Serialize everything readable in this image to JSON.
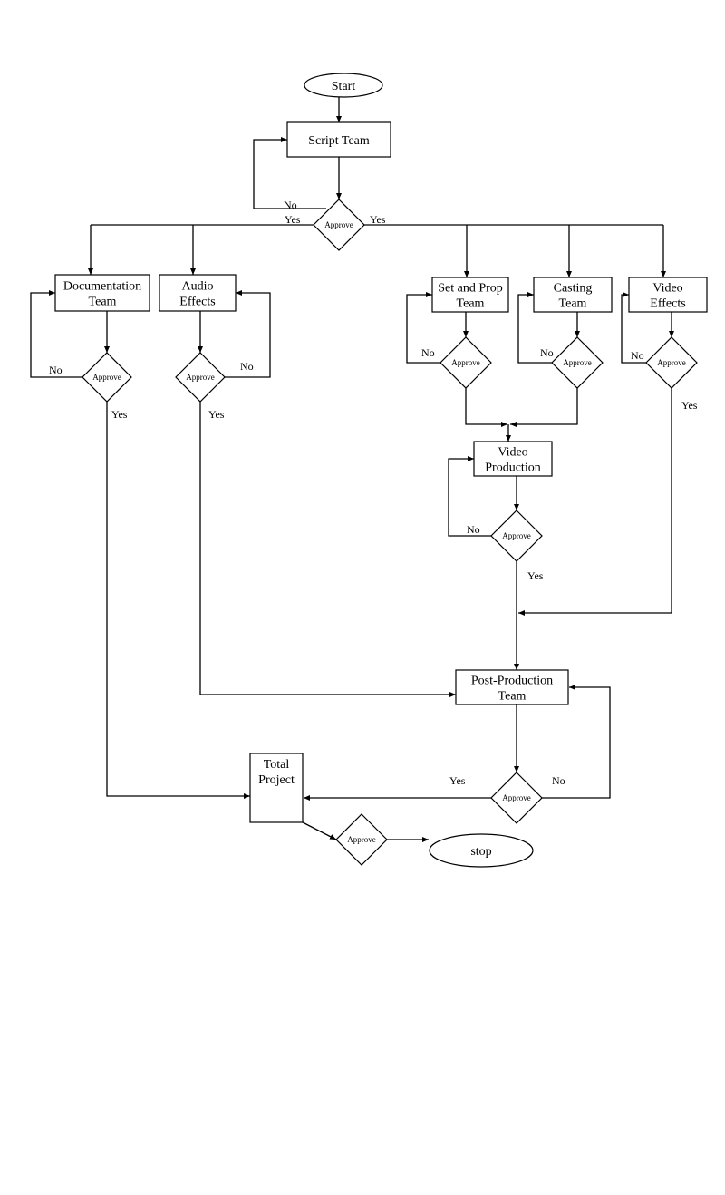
{
  "diagram": {
    "type": "flowchart",
    "colors": {
      "stroke": "#000000",
      "background": "#ffffff"
    },
    "nodes": {
      "start": {
        "shape": "ellipse",
        "lines": [
          "Start"
        ]
      },
      "script_team": {
        "shape": "rect",
        "lines": [
          "Script Team"
        ]
      },
      "approve_script": {
        "shape": "diamond",
        "lines": [
          "Approve"
        ]
      },
      "documentation_team": {
        "shape": "rect",
        "lines": [
          "Documentation",
          "Team"
        ]
      },
      "approve_documentation": {
        "shape": "diamond",
        "lines": [
          "Approve"
        ]
      },
      "audio_effects": {
        "shape": "rect",
        "lines": [
          "Audio",
          "Effects"
        ]
      },
      "approve_audio": {
        "shape": "diamond",
        "lines": [
          "Approve"
        ]
      },
      "set_prop_team": {
        "shape": "rect",
        "lines": [
          "Set and Prop",
          "Team"
        ]
      },
      "approve_set_prop": {
        "shape": "diamond",
        "lines": [
          "Approve"
        ]
      },
      "casting_team": {
        "shape": "rect",
        "lines": [
          "Casting",
          "Team"
        ]
      },
      "approve_casting": {
        "shape": "diamond",
        "lines": [
          "Approve"
        ]
      },
      "video_effects": {
        "shape": "rect",
        "lines": [
          "Video",
          "Effects"
        ]
      },
      "approve_video_effects": {
        "shape": "diamond",
        "lines": [
          "Approve"
        ]
      },
      "video_production": {
        "shape": "rect",
        "lines": [
          "Video",
          "Production"
        ]
      },
      "approve_video_production": {
        "shape": "diamond",
        "lines": [
          "Approve"
        ]
      },
      "post_production_team": {
        "shape": "rect",
        "lines": [
          "Post-Production",
          "Team"
        ]
      },
      "approve_post_production": {
        "shape": "diamond",
        "lines": [
          "Approve"
        ]
      },
      "total_project": {
        "shape": "rect",
        "lines": [
          "Total",
          "Project"
        ]
      },
      "approve_total": {
        "shape": "diamond",
        "lines": [
          "Approve"
        ]
      },
      "stop": {
        "shape": "ellipse",
        "lines": [
          "stop"
        ]
      }
    },
    "edges": [
      {
        "from": "start",
        "to": "script_team",
        "label": ""
      },
      {
        "from": "script_team",
        "to": "approve_script",
        "label": ""
      },
      {
        "from": "approve_script",
        "to": "script_team",
        "label": "No"
      },
      {
        "from": "approve_script",
        "to": "documentation_team",
        "label": "Yes"
      },
      {
        "from": "approve_script",
        "to": "audio_effects",
        "label": "Yes"
      },
      {
        "from": "approve_script",
        "to": "set_prop_team",
        "label": "Yes"
      },
      {
        "from": "approve_script",
        "to": "casting_team",
        "label": "Yes"
      },
      {
        "from": "approve_script",
        "to": "video_effects",
        "label": "Yes"
      },
      {
        "from": "documentation_team",
        "to": "approve_documentation",
        "label": ""
      },
      {
        "from": "approve_documentation",
        "to": "documentation_team",
        "label": "No"
      },
      {
        "from": "approve_documentation",
        "to": "total_project",
        "label": "Yes"
      },
      {
        "from": "audio_effects",
        "to": "approve_audio",
        "label": ""
      },
      {
        "from": "approve_audio",
        "to": "audio_effects",
        "label": "No"
      },
      {
        "from": "approve_audio",
        "to": "post_production_team",
        "label": "Yes"
      },
      {
        "from": "set_prop_team",
        "to": "approve_set_prop",
        "label": ""
      },
      {
        "from": "approve_set_prop",
        "to": "set_prop_team",
        "label": "No"
      },
      {
        "from": "approve_set_prop",
        "to": "video_production",
        "label": ""
      },
      {
        "from": "casting_team",
        "to": "approve_casting",
        "label": ""
      },
      {
        "from": "approve_casting",
        "to": "casting_team",
        "label": "No"
      },
      {
        "from": "approve_casting",
        "to": "video_production",
        "label": ""
      },
      {
        "from": "video_effects",
        "to": "approve_video_effects",
        "label": ""
      },
      {
        "from": "approve_video_effects",
        "to": "video_effects",
        "label": "No"
      },
      {
        "from": "approve_video_effects",
        "to": "post_production_team",
        "label": "Yes"
      },
      {
        "from": "video_production",
        "to": "approve_video_production",
        "label": ""
      },
      {
        "from": "approve_video_production",
        "to": "video_production",
        "label": "No"
      },
      {
        "from": "approve_video_production",
        "to": "post_production_team",
        "label": "Yes"
      },
      {
        "from": "post_production_team",
        "to": "approve_post_production",
        "label": ""
      },
      {
        "from": "approve_post_production",
        "to": "post_production_team",
        "label": "No"
      },
      {
        "from": "approve_post_production",
        "to": "total_project",
        "label": "Yes"
      },
      {
        "from": "total_project",
        "to": "approve_total",
        "label": ""
      },
      {
        "from": "approve_total",
        "to": "stop",
        "label": ""
      }
    ],
    "edge_labels": {
      "yes": "Yes",
      "no": "No"
    }
  }
}
